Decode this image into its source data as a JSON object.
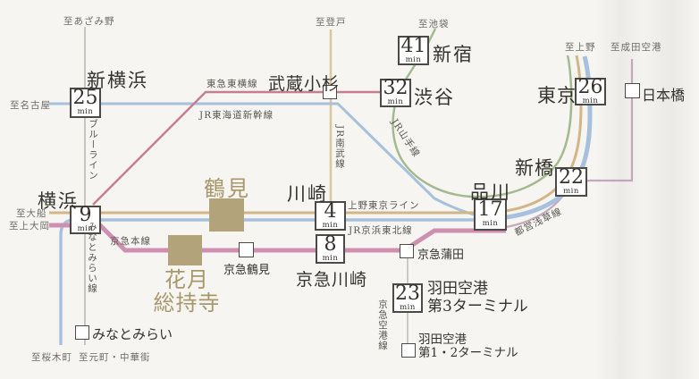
{
  "unit_min": "min",
  "stations": {
    "shinyokohama": {
      "name": "新横浜",
      "time": "25"
    },
    "yokohama": {
      "name": "横浜",
      "time": "9"
    },
    "shinjuku": {
      "name": "新宿",
      "time": "41"
    },
    "shibuya": {
      "name": "渋谷",
      "time": "32"
    },
    "musashikosugi": {
      "name": "武蔵小杉"
    },
    "kawasaki": {
      "name": "川崎",
      "time": "4"
    },
    "keikyu_kawasaki": {
      "name": "京急川崎",
      "time": "8"
    },
    "shinagawa": {
      "name": "品川",
      "time": "17"
    },
    "shimbashi": {
      "name": "新橋",
      "time": "22"
    },
    "tokyo": {
      "name": "東京",
      "time": "26"
    },
    "nihombashi": {
      "name": "日本橋"
    },
    "tsurumi": {
      "name": "鶴見"
    },
    "kagetsu_sojiji": {
      "name_line1": "花月",
      "name_line2": "総持寺"
    },
    "keikyu_tsurumi": {
      "name": "京急鶴見"
    },
    "keikyu_kamata": {
      "name": "京急蒲田"
    },
    "haneda_t3": {
      "name_line1": "羽田空港",
      "name_line2": "第3ターミナル",
      "time": "23"
    },
    "haneda_t12": {
      "name_line1": "羽田空港",
      "name_line2": "第1・2ターミナル"
    },
    "minatomirai": {
      "name": "みなとみらい"
    }
  },
  "lines": {
    "blue_line": "ブルーライン",
    "minatomirai_line": "みなとみらい線",
    "tokyu_toyoko": "東急東横線",
    "jr_tokaido_shinkansen": "JR東海道新幹線",
    "jr_nambu": "JR南武線",
    "jr_yamanote": "JR山手線",
    "ueno_tokyo": "上野東京ライン",
    "jr_keihin_tohoku": "JR京浜東北線",
    "keikyu_main": "京急本線",
    "toei_asakusa": "都営浅草線",
    "keikyu_airport": "京急空港線"
  },
  "directions": {
    "azamino": "至あざみ野",
    "nagoya": "至名古屋",
    "noborito": "至登戸",
    "ikebukuro": "至池袋",
    "ueno": "至上野",
    "narita": "至成田空港",
    "ofuna": "至大船",
    "kamiooka": "至上大岡",
    "sakuragicho": "至桜木町",
    "motomachi": "至元町・中華街"
  },
  "colors": {
    "keikyu_pink": "#cf8fb1",
    "asakusa_pink": "#c7a8bd",
    "toyoko_rose": "#c47f93",
    "jr_blue": "#a7c1dc",
    "tan_line": "#d3b586",
    "tan_pale": "#d9c89d",
    "yamanote_green": "#a4ba8e",
    "spine_gray": "#bcb8b2",
    "gold_fill": "#b3a37a",
    "gold_text": "#a8976a",
    "box_border": "#4c4a47",
    "text_dark": "#35322c",
    "text_gray": "#6e6a64",
    "text_line": "#5a564f"
  }
}
